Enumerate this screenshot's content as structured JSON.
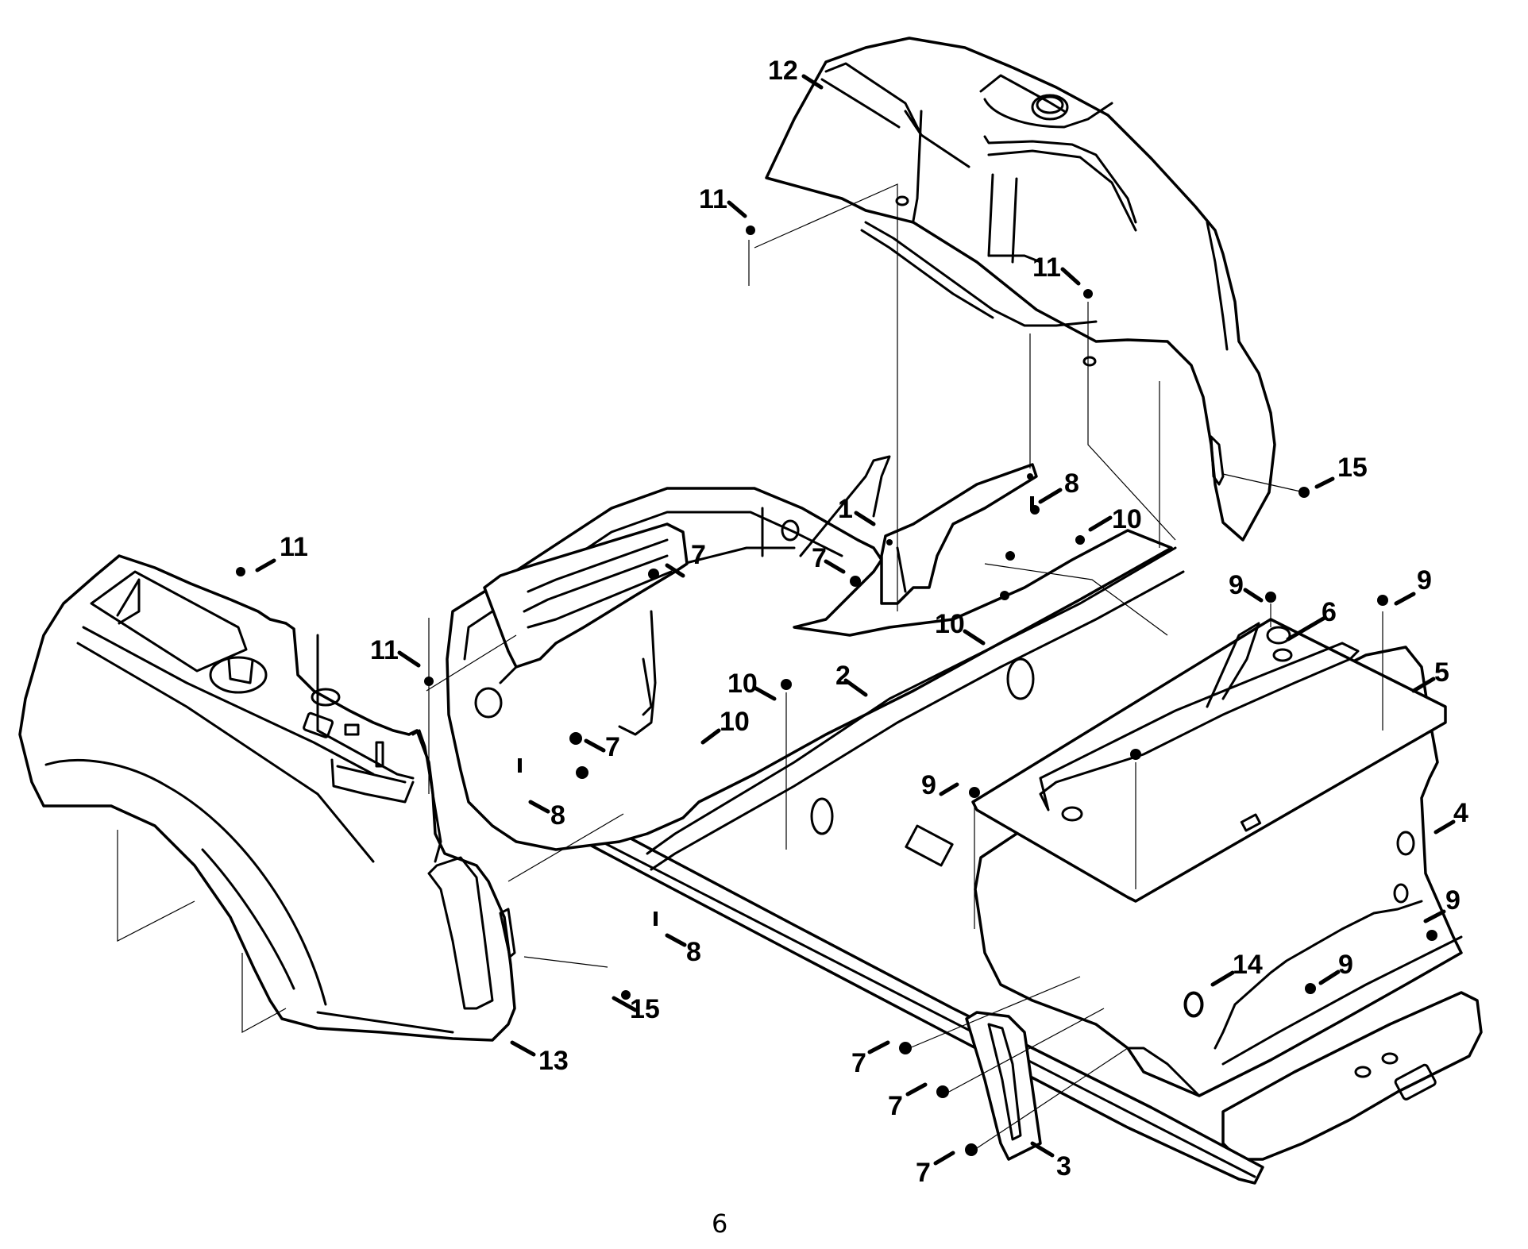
{
  "diagram": {
    "title": "Fender and Frame Assembly - Exploded Parts View",
    "page_number": "6",
    "parts": [
      {
        "name": "frame-bracket",
        "callout": "1"
      },
      {
        "name": "foot-pedal-pivot",
        "callout": "2"
      },
      {
        "name": "pedal-tread",
        "callout": "3"
      },
      {
        "name": "rear-frame",
        "callout": "4"
      },
      {
        "name": "seat-pan-plate",
        "callout": "5"
      },
      {
        "name": "grommet",
        "callout": "6"
      },
      {
        "name": "hex-bolt",
        "callout": "7"
      },
      {
        "name": "carriage-screw",
        "callout": "8"
      },
      {
        "name": "push-rivet",
        "callout": "9"
      },
      {
        "name": "screw",
        "callout": "10"
      },
      {
        "name": "push-pin-fastener",
        "callout": "11"
      },
      {
        "name": "rear-fender",
        "callout": "12"
      },
      {
        "name": "front-dash-fender",
        "callout": "13"
      },
      {
        "name": "bumper-plug",
        "callout": "14"
      },
      {
        "name": "clip",
        "callout": "15"
      }
    ],
    "callouts": [
      {
        "label": "12"
      },
      {
        "label": "11"
      },
      {
        "label": "11"
      },
      {
        "label": "11"
      },
      {
        "label": "11"
      },
      {
        "label": "15"
      },
      {
        "label": "8"
      },
      {
        "label": "1"
      },
      {
        "label": "10"
      },
      {
        "label": "7"
      },
      {
        "label": "7"
      },
      {
        "label": "9"
      },
      {
        "label": "9"
      },
      {
        "label": "6"
      },
      {
        "label": "10"
      },
      {
        "label": "5"
      },
      {
        "label": "2"
      },
      {
        "label": "10"
      },
      {
        "label": "10"
      },
      {
        "label": "7"
      },
      {
        "label": "8"
      },
      {
        "label": "9"
      },
      {
        "label": "4"
      },
      {
        "label": "9"
      },
      {
        "label": "8"
      },
      {
        "label": "15"
      },
      {
        "label": "14"
      },
      {
        "label": "9"
      },
      {
        "label": "13"
      },
      {
        "label": "7"
      },
      {
        "label": "7"
      },
      {
        "label": "3"
      },
      {
        "label": "7"
      }
    ]
  }
}
